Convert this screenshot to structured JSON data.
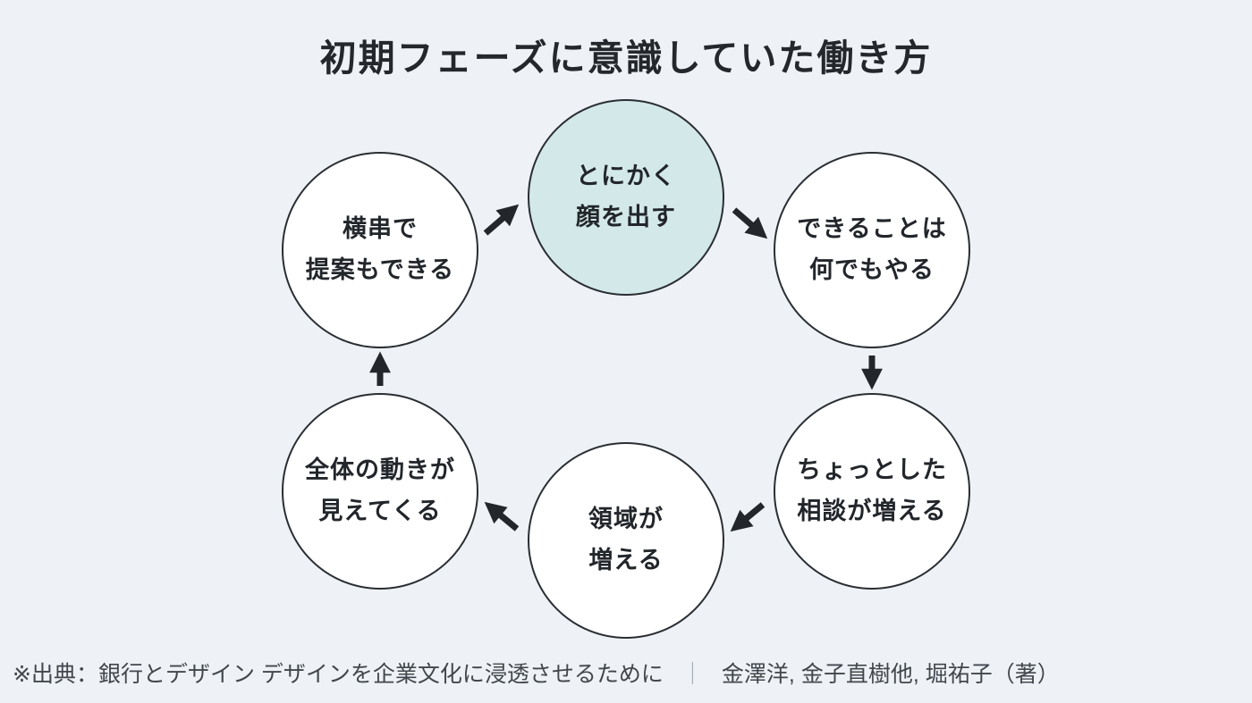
{
  "page": {
    "background_color": "#eef2f6"
  },
  "title": "初期フェーズに意識していた働き方",
  "diagram": {
    "type": "cycle",
    "flow_direction": "clockwise",
    "nodes": [
      {
        "id": "show-up",
        "line1": "とにかく",
        "line2": "顔を出す",
        "highlighted": true,
        "position": "top-center"
      },
      {
        "id": "do-anything",
        "line1": "できることは",
        "line2": "何でもやる",
        "highlighted": false,
        "position": "top-right"
      },
      {
        "id": "consultations-increase",
        "line1": "ちょっとした",
        "line2": "相談が増える",
        "highlighted": false,
        "position": "bottom-right"
      },
      {
        "id": "domains-increase",
        "line1": "領域が",
        "line2": "増える",
        "highlighted": false,
        "position": "bottom-center"
      },
      {
        "id": "see-whole-movement",
        "line1": "全体の動きが",
        "line2": "見えてくる",
        "highlighted": false,
        "position": "bottom-left"
      },
      {
        "id": "cross-proposals",
        "line1": "横串で",
        "line2": "提案もできる",
        "highlighted": false,
        "position": "top-left"
      }
    ],
    "arrows": [
      {
        "from": "cross-proposals",
        "to": "show-up",
        "direction": "up-right"
      },
      {
        "from": "show-up",
        "to": "do-anything",
        "direction": "down-right"
      },
      {
        "from": "do-anything",
        "to": "consultations-increase",
        "direction": "down"
      },
      {
        "from": "consultations-increase",
        "to": "domains-increase",
        "direction": "down-left"
      },
      {
        "from": "domains-increase",
        "to": "see-whole-movement",
        "direction": "up-left"
      },
      {
        "from": "see-whole-movement",
        "to": "cross-proposals",
        "direction": "up"
      }
    ],
    "colors": {
      "highlight_fill": "#d3e8e9",
      "node_fill": "#ffffff",
      "node_stroke": "#2a2e33",
      "arrow": "#23272b",
      "text": "#22262b"
    }
  },
  "footer": {
    "source": "※出典：銀行とデザイン デザインを企業文化に浸透させるために",
    "separator": "｜",
    "authors": "金澤洋, 金子直樹他, 堀祐子（著）"
  }
}
